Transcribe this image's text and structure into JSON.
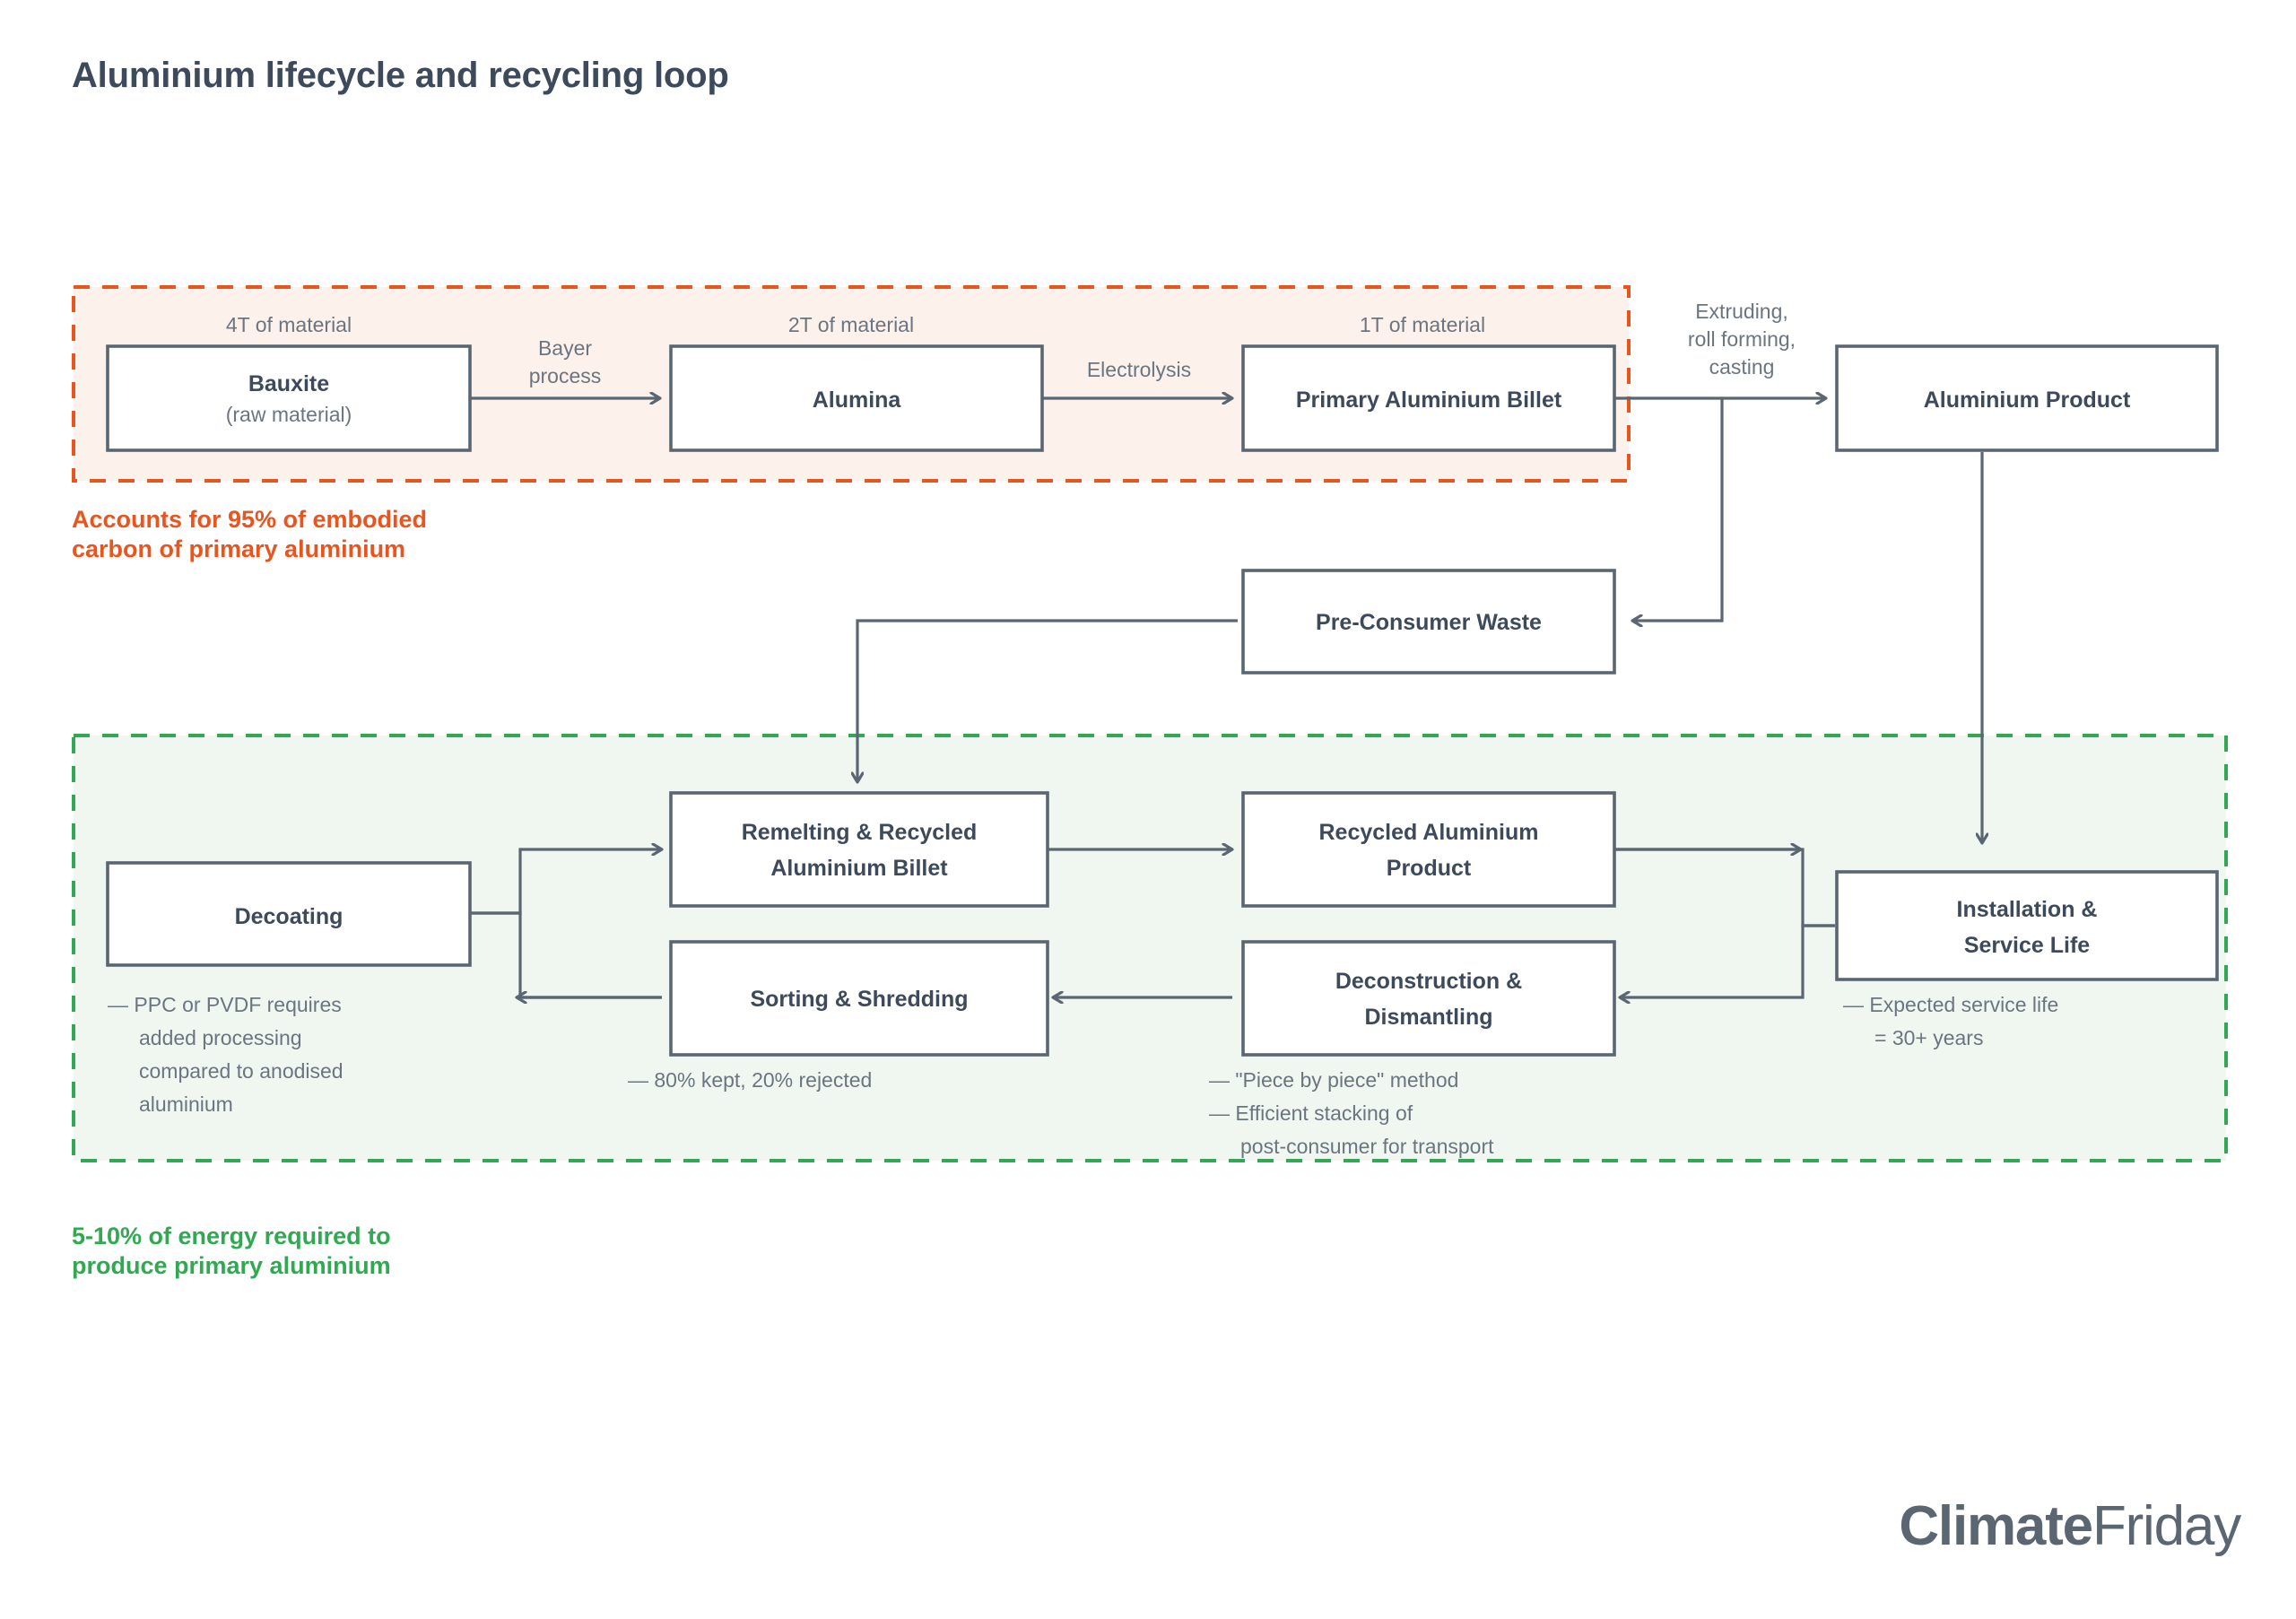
{
  "title": "Aluminium lifecycle and recycling loop",
  "colors": {
    "primary_zone_border": "#e8551f",
    "primary_zone_fill": "#fdf1ec",
    "recycle_zone_border": "#32a852",
    "recycle_zone_fill": "#f0f7f1",
    "node_border": "#5a6672",
    "node_text": "#3d4a5c",
    "muted_text": "#6b7580",
    "background": "#ffffff"
  },
  "zones": {
    "primary": {
      "caption": "Accounts for 95% of embodied\ncarbon of primary aluminium",
      "color": "#e8551f"
    },
    "recycling": {
      "caption": "5-10% of energy required to\nproduce primary aluminium",
      "color": "#32a852"
    }
  },
  "nodes": {
    "bauxite": {
      "title": "Bauxite",
      "subtitle": "(raw material)",
      "quantity": "4T of material"
    },
    "alumina": {
      "title": "Alumina",
      "subtitle": "",
      "quantity": "2T of material"
    },
    "primary_billet": {
      "title": "Primary Aluminium Billet",
      "subtitle": "",
      "quantity": "1T of material"
    },
    "aluminium_product": {
      "title": "Aluminium Product",
      "subtitle": "",
      "quantity": ""
    },
    "pre_consumer_waste": {
      "title": "Pre-Consumer Waste",
      "subtitle": "",
      "quantity": ""
    },
    "remelting": {
      "title_line1": "Remelting & Recycled",
      "title_line2": "Aluminium Billet"
    },
    "recycled_product": {
      "title_line1": "Recycled Aluminium",
      "title_line2": "Product"
    },
    "installation": {
      "title_line1": "Installation &",
      "title_line2": "Service Life"
    },
    "deconstruction": {
      "title_line1": "Deconstruction &",
      "title_line2": "Dismantling"
    },
    "sorting": {
      "title": "Sorting & Shredding"
    },
    "decoating": {
      "title": "Decoating"
    }
  },
  "edge_labels": {
    "bayer": "Bayer\nprocess",
    "bayer_line1": "Bayer",
    "bayer_line2": "process",
    "electrolysis": "Electrolysis",
    "forming_line1": "Extruding,",
    "forming_line2": "roll forming,",
    "forming_line3": "casting"
  },
  "notes": {
    "decoating": [
      "— PPC or PVDF requires",
      "added processing",
      "compared to anodised",
      "aluminium"
    ],
    "sorting": [
      "— 80% kept, 20% rejected"
    ],
    "deconstruction": [
      "— \"Piece by piece\" method",
      "— Efficient stacking of",
      "post-consumer for transport"
    ],
    "installation": [
      "— Expected service life",
      "= 30+ years"
    ]
  },
  "logo": {
    "bold": "Climate",
    "light": "Friday"
  }
}
